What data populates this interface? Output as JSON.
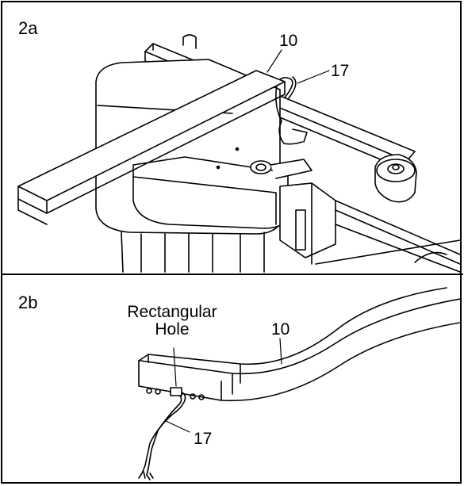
{
  "figure_a": {
    "label": "2a",
    "callouts": {
      "part_10": "10",
      "part_17": "17"
    }
  },
  "figure_b": {
    "label": "2b",
    "callouts": {
      "hole_line1": "Rectangular",
      "hole_line2": "Hole",
      "part_10": "10",
      "part_17": "17"
    }
  }
}
